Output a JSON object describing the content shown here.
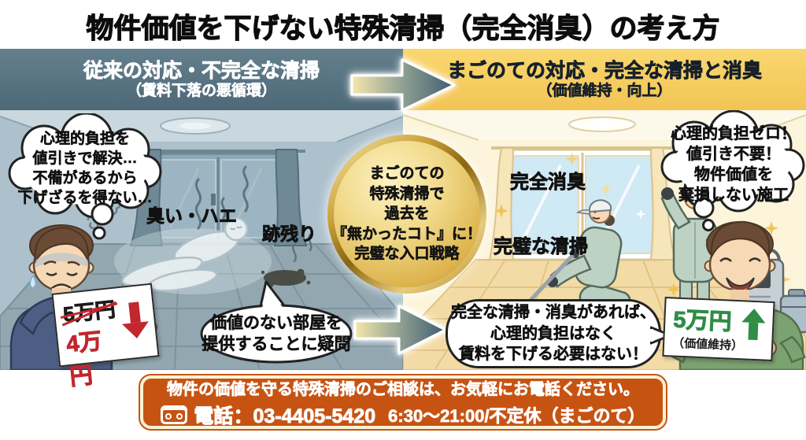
{
  "title": "物件価値を下げない特殊清掃（完全消臭）の考え方",
  "left_panel": {
    "header_line1": "従来の対応・不完全な清掃",
    "header_line2": "（賃料下落の悪循環）",
    "thought_bubble": [
      "心理的負担を",
      "値引きで解決…",
      "不備があるから",
      "下げざるを得ない…"
    ],
    "label_smell": "臭い・ハエ",
    "label_trace": "跡残り",
    "sign": {
      "old_price": "5万円",
      "new_price": "4万円"
    },
    "bottom_bubble": [
      "価値のない部屋を",
      "提供することに疑問"
    ]
  },
  "center": {
    "medallion": [
      "まごのての",
      "特殊清掃で",
      "過去を",
      "『無かったコト』に！",
      "完璧な入口戦略"
    ]
  },
  "right_panel": {
    "header_line1": "まごのての対応・完全な清掃と消臭",
    "header_line2": "（価値維持・向上）",
    "label_deodorize": "完全消臭",
    "label_clean": "完璧な清掃",
    "thought_bubble": [
      "心理的負担ゼロ！",
      "値引き不要！",
      "物件価値を",
      "棄損しない施工"
    ],
    "bottom_bubble": [
      "完全な清掃・消臭があれば、",
      "心理的負担はなく",
      "賃料を下げる必要はない！"
    ],
    "sign": {
      "price": "5万円",
      "note": "（価値維持）"
    }
  },
  "footer": {
    "line1": "物件の価値を守る特殊清掃のご相談は、お気軽にお電話ください。",
    "phone_label": "電話：",
    "phone_number": "03-4405-5420",
    "hours": "6:30〜21:00/不定休（まごのて）"
  },
  "colors": {
    "left_header": "#4d6877",
    "right_header": "#f5cc5f",
    "banner_orange": "#c75313",
    "accent_red": "#c1272d",
    "accent_green": "#2f8d46",
    "gold": "#d3a53a"
  }
}
